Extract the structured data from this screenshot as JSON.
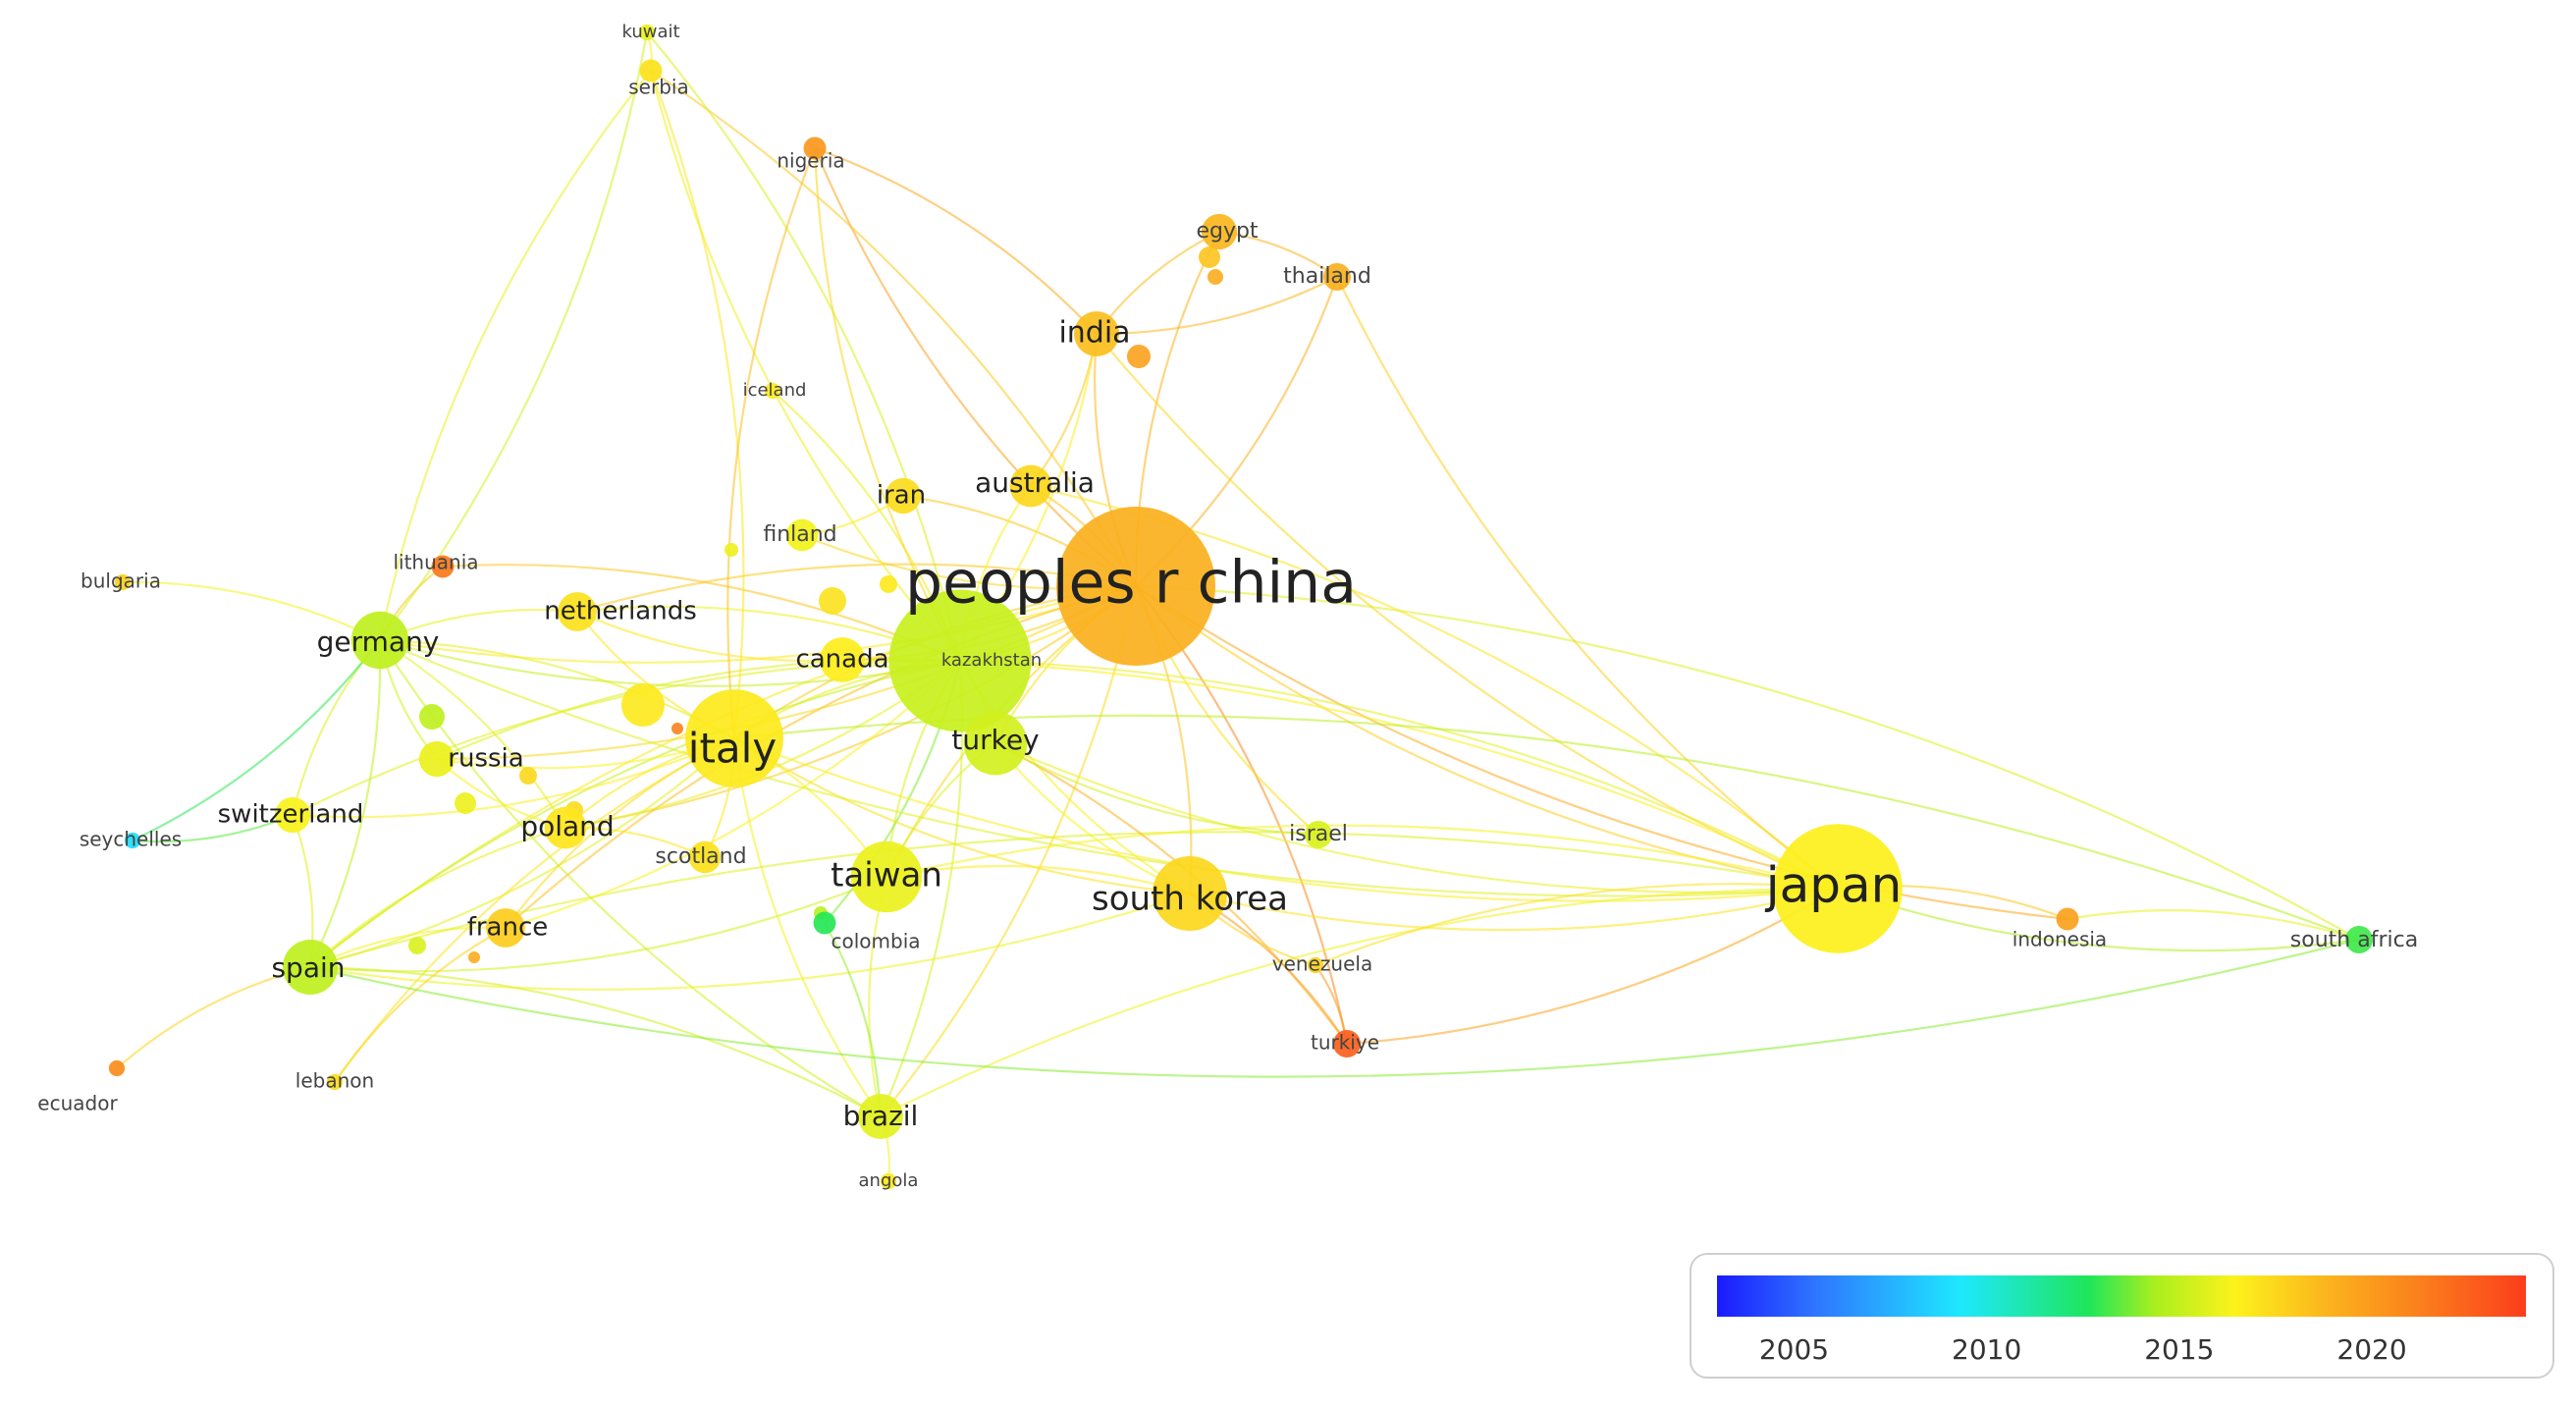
{
  "colors": {
    "ramp": [
      "#1a1aff",
      "#2f74ff",
      "#1ee8ff",
      "#1fe65a",
      "#a8ef1e",
      "#fdf21c",
      "#fbb11d",
      "#fb7a1c",
      "#fb3d1c"
    ],
    "label": "#222222",
    "small_label": "#444444"
  },
  "legend": {
    "ticks": [
      "2005",
      "2010",
      "2015",
      "2020"
    ],
    "tick_years": [
      2005,
      2010,
      2015,
      2020
    ],
    "range": [
      2003,
      2024
    ]
  },
  "nodes": [
    {
      "id": "peoples-r-china",
      "label": "peoples r china",
      "year": 2018.8,
      "weight": 100
    },
    {
      "id": "kazakhstan",
      "label": "kazakhstan",
      "year": 2014.5,
      "weight": 80
    },
    {
      "id": "italy",
      "label": "italy",
      "year": 2016.5,
      "weight": 38
    },
    {
      "id": "japan",
      "label": "japan",
      "year": 2016.2,
      "weight": 66
    },
    {
      "id": "turkey",
      "label": "turkey",
      "year": 2014.8,
      "weight": 16
    },
    {
      "id": "taiwan",
      "label": "taiwan",
      "year": 2015.6,
      "weight": 20
    },
    {
      "id": "south-korea",
      "label": "south korea",
      "year": 2017.2,
      "weight": 22
    },
    {
      "id": "germany",
      "label": "germany",
      "year": 2014.2,
      "weight": 13
    },
    {
      "id": "spain",
      "label": "spain",
      "year": 2014.2,
      "weight": 12
    },
    {
      "id": "brazil",
      "label": "brazil",
      "year": 2015.3,
      "weight": 8
    },
    {
      "id": "india",
      "label": "india",
      "year": 2018.2,
      "weight": 8
    },
    {
      "id": "australia",
      "label": "australia",
      "year": 2017.2,
      "weight": 7
    },
    {
      "id": "canada",
      "label": "canada",
      "year": 2016.3,
      "weight": 8
    },
    {
      "id": "netherlands",
      "label": "netherlands",
      "year": 2016.8,
      "weight": 6
    },
    {
      "id": "russia",
      "label": "russia",
      "year": 2015.6,
      "weight": 5
    },
    {
      "id": "poland",
      "label": "poland",
      "year": 2016.6,
      "weight": 7
    },
    {
      "id": "switzerland",
      "label": "switzerland",
      "year": 2016.0,
      "weight": 5
    },
    {
      "id": "france",
      "label": "france",
      "year": 2017.6,
      "weight": 6
    },
    {
      "id": "scotland",
      "label": "scotland",
      "year": 2016.8,
      "weight": 4
    },
    {
      "id": "finland",
      "label": "finland",
      "year": 2015.8,
      "weight": 4
    },
    {
      "id": "iran",
      "label": "iran",
      "year": 2017.0,
      "weight": 5
    },
    {
      "id": "egypt",
      "label": "egypt",
      "year": 2018.5,
      "weight": 5
    },
    {
      "id": "thailand",
      "label": "thailand",
      "year": 2018.8,
      "weight": 3
    },
    {
      "id": "israel",
      "label": "israel",
      "year": 2015.0,
      "weight": 3
    },
    {
      "id": "nigeria",
      "label": "nigeria",
      "year": 2020.0,
      "weight": 2
    },
    {
      "id": "serbia",
      "label": "serbia",
      "year": 2016.8,
      "weight": 2
    },
    {
      "id": "kuwait",
      "label": "kuwait",
      "year": 2015.5,
      "weight": 1
    },
    {
      "id": "iceland",
      "label": "iceland",
      "year": 2016.5,
      "weight": 1
    },
    {
      "id": "lithuania",
      "label": "lithuania",
      "year": 2021.5,
      "weight": 2
    },
    {
      "id": "bulgaria",
      "label": "bulgaria",
      "year": 2017.5,
      "weight": 1
    },
    {
      "id": "seychelles",
      "label": "seychelles",
      "year": 2008.0,
      "weight": 1
    },
    {
      "id": "ecuador",
      "label": "ecuador",
      "year": 2020.5,
      "weight": 1
    },
    {
      "id": "lebanon",
      "label": "lebanon",
      "year": 2017.0,
      "weight": 1
    },
    {
      "id": "colombia",
      "label": "colombia",
      "year": 2011.0,
      "weight": 2
    },
    {
      "id": "angola",
      "label": "angola",
      "year": 2016.5,
      "weight": 1
    },
    {
      "id": "venezuela",
      "label": "venezuela",
      "year": 2017.5,
      "weight": 1
    },
    {
      "id": "turkiye",
      "label": "turkiye",
      "year": 2022.5,
      "weight": 3
    },
    {
      "id": "indonesia",
      "label": "indonesia",
      "year": 2019.5,
      "weight": 2
    },
    {
      "id": "south-africa",
      "label": "south africa",
      "year": 2011.5,
      "weight": 3
    }
  ],
  "links": [
    [
      "peoples-r-china",
      "japan"
    ],
    [
      "peoples-r-china",
      "kazakhstan"
    ],
    [
      "peoples-r-china",
      "italy"
    ],
    [
      "peoples-r-china",
      "germany"
    ],
    [
      "peoples-r-china",
      "spain"
    ],
    [
      "peoples-r-china",
      "india"
    ],
    [
      "peoples-r-china",
      "australia"
    ],
    [
      "peoples-r-china",
      "south-korea"
    ],
    [
      "peoples-r-china",
      "taiwan"
    ],
    [
      "peoples-r-china",
      "brazil"
    ],
    [
      "peoples-r-china",
      "turkey"
    ],
    [
      "peoples-r-china",
      "canada"
    ],
    [
      "peoples-r-china",
      "netherlands"
    ],
    [
      "peoples-r-china",
      "egypt"
    ],
    [
      "peoples-r-china",
      "thailand"
    ],
    [
      "peoples-r-china",
      "nigeria"
    ],
    [
      "peoples-r-china",
      "iran"
    ],
    [
      "peoples-r-china",
      "poland"
    ],
    [
      "peoples-r-china",
      "france"
    ],
    [
      "peoples-r-china",
      "russia"
    ],
    [
      "peoples-r-china",
      "serbia"
    ],
    [
      "peoples-r-china",
      "south-africa"
    ],
    [
      "peoples-r-china",
      "indonesia"
    ],
    [
      "peoples-r-china",
      "turkiye"
    ],
    [
      "peoples-r-china",
      "israel"
    ],
    [
      "peoples-r-china",
      "finland"
    ],
    [
      "kazakhstan",
      "italy"
    ],
    [
      "kazakhstan",
      "germany"
    ],
    [
      "kazakhstan",
      "spain"
    ],
    [
      "kazakhstan",
      "japan"
    ],
    [
      "kazakhstan",
      "taiwan"
    ],
    [
      "kazakhstan",
      "brazil"
    ],
    [
      "kazakhstan",
      "south-korea"
    ],
    [
      "kazakhstan",
      "turkey"
    ],
    [
      "kazakhstan",
      "russia"
    ],
    [
      "kazakhstan",
      "poland"
    ],
    [
      "kazakhstan",
      "switzerland"
    ],
    [
      "kazakhstan",
      "france"
    ],
    [
      "kazakhstan",
      "netherlands"
    ],
    [
      "kazakhstan",
      "canada"
    ],
    [
      "kazakhstan",
      "india"
    ],
    [
      "kazakhstan",
      "australia"
    ],
    [
      "kazakhstan",
      "kuwait"
    ],
    [
      "kazakhstan",
      "serbia"
    ],
    [
      "kazakhstan",
      "iceland"
    ],
    [
      "kazakhstan",
      "nigeria"
    ],
    [
      "kazakhstan",
      "lithuania"
    ],
    [
      "kazakhstan",
      "colombia"
    ],
    [
      "italy",
      "germany"
    ],
    [
      "italy",
      "spain"
    ],
    [
      "italy",
      "japan"
    ],
    [
      "italy",
      "russia"
    ],
    [
      "italy",
      "poland"
    ],
    [
      "italy",
      "switzerland"
    ],
    [
      "italy",
      "france"
    ],
    [
      "italy",
      "netherlands"
    ],
    [
      "italy",
      "brazil"
    ],
    [
      "italy",
      "taiwan"
    ],
    [
      "italy",
      "south-korea"
    ],
    [
      "italy",
      "scotland"
    ],
    [
      "italy",
      "serbia"
    ],
    [
      "italy",
      "nigeria"
    ],
    [
      "italy",
      "lebanon"
    ],
    [
      "germany",
      "spain"
    ],
    [
      "germany",
      "switzerland"
    ],
    [
      "germany",
      "netherlands"
    ],
    [
      "germany",
      "russia"
    ],
    [
      "germany",
      "poland"
    ],
    [
      "germany",
      "bulgaria"
    ],
    [
      "germany",
      "seychelles"
    ],
    [
      "germany",
      "japan"
    ],
    [
      "germany",
      "lithuania"
    ],
    [
      "germany",
      "brazil"
    ],
    [
      "germany",
      "serbia"
    ],
    [
      "germany",
      "kuwait"
    ],
    [
      "spain",
      "france"
    ],
    [
      "spain",
      "ecuador"
    ],
    [
      "spain",
      "brazil"
    ],
    [
      "spain",
      "switzerland"
    ],
    [
      "spain",
      "japan"
    ],
    [
      "spain",
      "taiwan"
    ],
    [
      "spain",
      "poland"
    ],
    [
      "spain",
      "south-korea"
    ],
    [
      "japan",
      "south-korea"
    ],
    [
      "japan",
      "taiwan"
    ],
    [
      "japan",
      "indonesia"
    ],
    [
      "japan",
      "south-africa"
    ],
    [
      "japan",
      "turkey"
    ],
    [
      "japan",
      "brazil"
    ],
    [
      "japan",
      "india"
    ],
    [
      "japan",
      "venezuela"
    ],
    [
      "japan",
      "turkiye"
    ],
    [
      "japan",
      "australia"
    ],
    [
      "japan",
      "thailand"
    ],
    [
      "japan",
      "canada"
    ],
    [
      "taiwan",
      "south-korea"
    ],
    [
      "taiwan",
      "brazil"
    ],
    [
      "taiwan",
      "turkey"
    ],
    [
      "turkey",
      "south-korea"
    ],
    [
      "turkey",
      "turkiye"
    ],
    [
      "turkey",
      "israel"
    ],
    [
      "india",
      "egypt"
    ],
    [
      "india",
      "thailand"
    ],
    [
      "egypt",
      "thailand"
    ],
    [
      "australia",
      "india"
    ],
    [
      "nigeria",
      "india"
    ],
    [
      "serbia",
      "kuwait"
    ],
    [
      "canada",
      "netherlands"
    ],
    [
      "finland",
      "iran"
    ],
    [
      "brazil",
      "angola"
    ],
    [
      "brazil",
      "colombia"
    ],
    [
      "south-korea",
      "turkiye"
    ],
    [
      "south-korea",
      "venezuela"
    ],
    [
      "switzerland",
      "seychelles"
    ],
    [
      "france",
      "lebanon"
    ],
    [
      "poland",
      "scotland"
    ],
    [
      "russia",
      "poland"
    ],
    [
      "indonesia",
      "south-africa"
    ],
    [
      "spain",
      "south-africa"
    ],
    [
      "italy",
      "south-africa"
    ],
    [
      "turkiye",
      "venezuela"
    ]
  ]
}
